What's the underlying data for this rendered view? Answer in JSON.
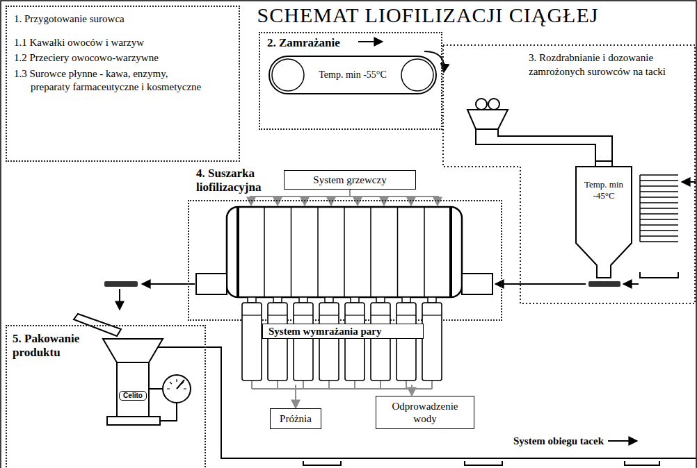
{
  "diagram": {
    "title": "SCHEMAT LIOFILIZACJI CIĄGŁEJ",
    "nodes": [
      {
        "text": [
          "1. Przygotowanie surowca",
          "1.1 Kawałki owoców i warzyw",
          "1.2 Przeciery owocowo-warzywne",
          "1.3 Surowce płynne - kawa, enzymy, preparaty farmaceutyczne i kosmetyczne"
        ]
      },
      {
        "text": [
          "2. Zamrażanie"
        ]
      },
      {
        "text": [
          "Temp. min -55°C"
        ],
        "in": 1
      },
      {
        "text": [
          "3. Rozdrabnianie i dozowanie zamrożonych surowców na tacki"
        ]
      },
      {
        "text": [
          "Temp. min -45°C"
        ],
        "in": 3
      },
      {
        "text": [
          "System grzewczy"
        ]
      },
      {
        "text": [
          "4. Suszarka liofilizacyjna"
        ]
      },
      {
        "text": [
          "System wymrażania pary"
        ]
      },
      {
        "text": [
          "Próżnia"
        ]
      },
      {
        "text": [
          "Odprowadzenie wody"
        ]
      },
      {
        "text": [
          "5. Pakowanie produktu"
        ]
      }
    ],
    "edges": [
      {
        "from": 7,
        "to": 8,
        "arrow": "to"
      },
      {
        "from": 7,
        "to": 9,
        "arrow": "to"
      }
    ],
    "labels": [
      "Celito",
      "System obiegu tacek"
    ]
  }
}
